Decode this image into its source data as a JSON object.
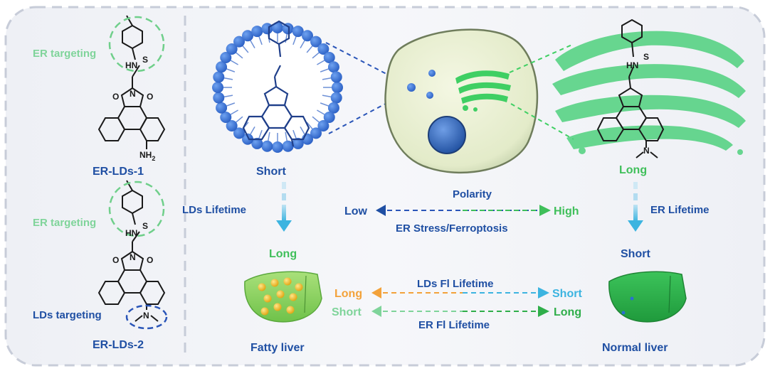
{
  "left_panel": {
    "er_targeting_top": "ER targeting",
    "compound1_name": "ER-LDs-1",
    "compound1_nh2": "NH",
    "compound1_nh2_sub": "2",
    "er_targeting_bottom": "ER targeting",
    "lds_targeting": "LDs targeting",
    "compound2_name": "ER-LDs-2",
    "atom_hn": "HN",
    "atom_s": "S",
    "atom_o": "O",
    "atom_n": "N"
  },
  "lipid_droplet": {
    "label": "Short",
    "arrow_caption": "LDs Lifetime",
    "arrow_end": "Long"
  },
  "er_side": {
    "label": "Long",
    "arrow_caption": "ER Lifetime",
    "arrow_end": "Short"
  },
  "polarity": {
    "title": "Polarity",
    "low": "Low",
    "high": "High",
    "subtitle": "ER Stress/Ferroptosis"
  },
  "lifetime_compare": {
    "top_caption": "LDs Fl Lifetime",
    "left_top": "Long",
    "right_top": "Short",
    "left_bottom": "Short",
    "right_bottom": "Long",
    "bottom_caption": "ER Fl Lifetime"
  },
  "livers": {
    "fatty": "Fatty liver",
    "normal": "Normal liver"
  },
  "colors": {
    "blue": "#1f4fa3",
    "green": "#3fbf5a",
    "light_green": "#7fd49a",
    "orange": "#f3a23a",
    "cyan": "#3cb4e0"
  }
}
